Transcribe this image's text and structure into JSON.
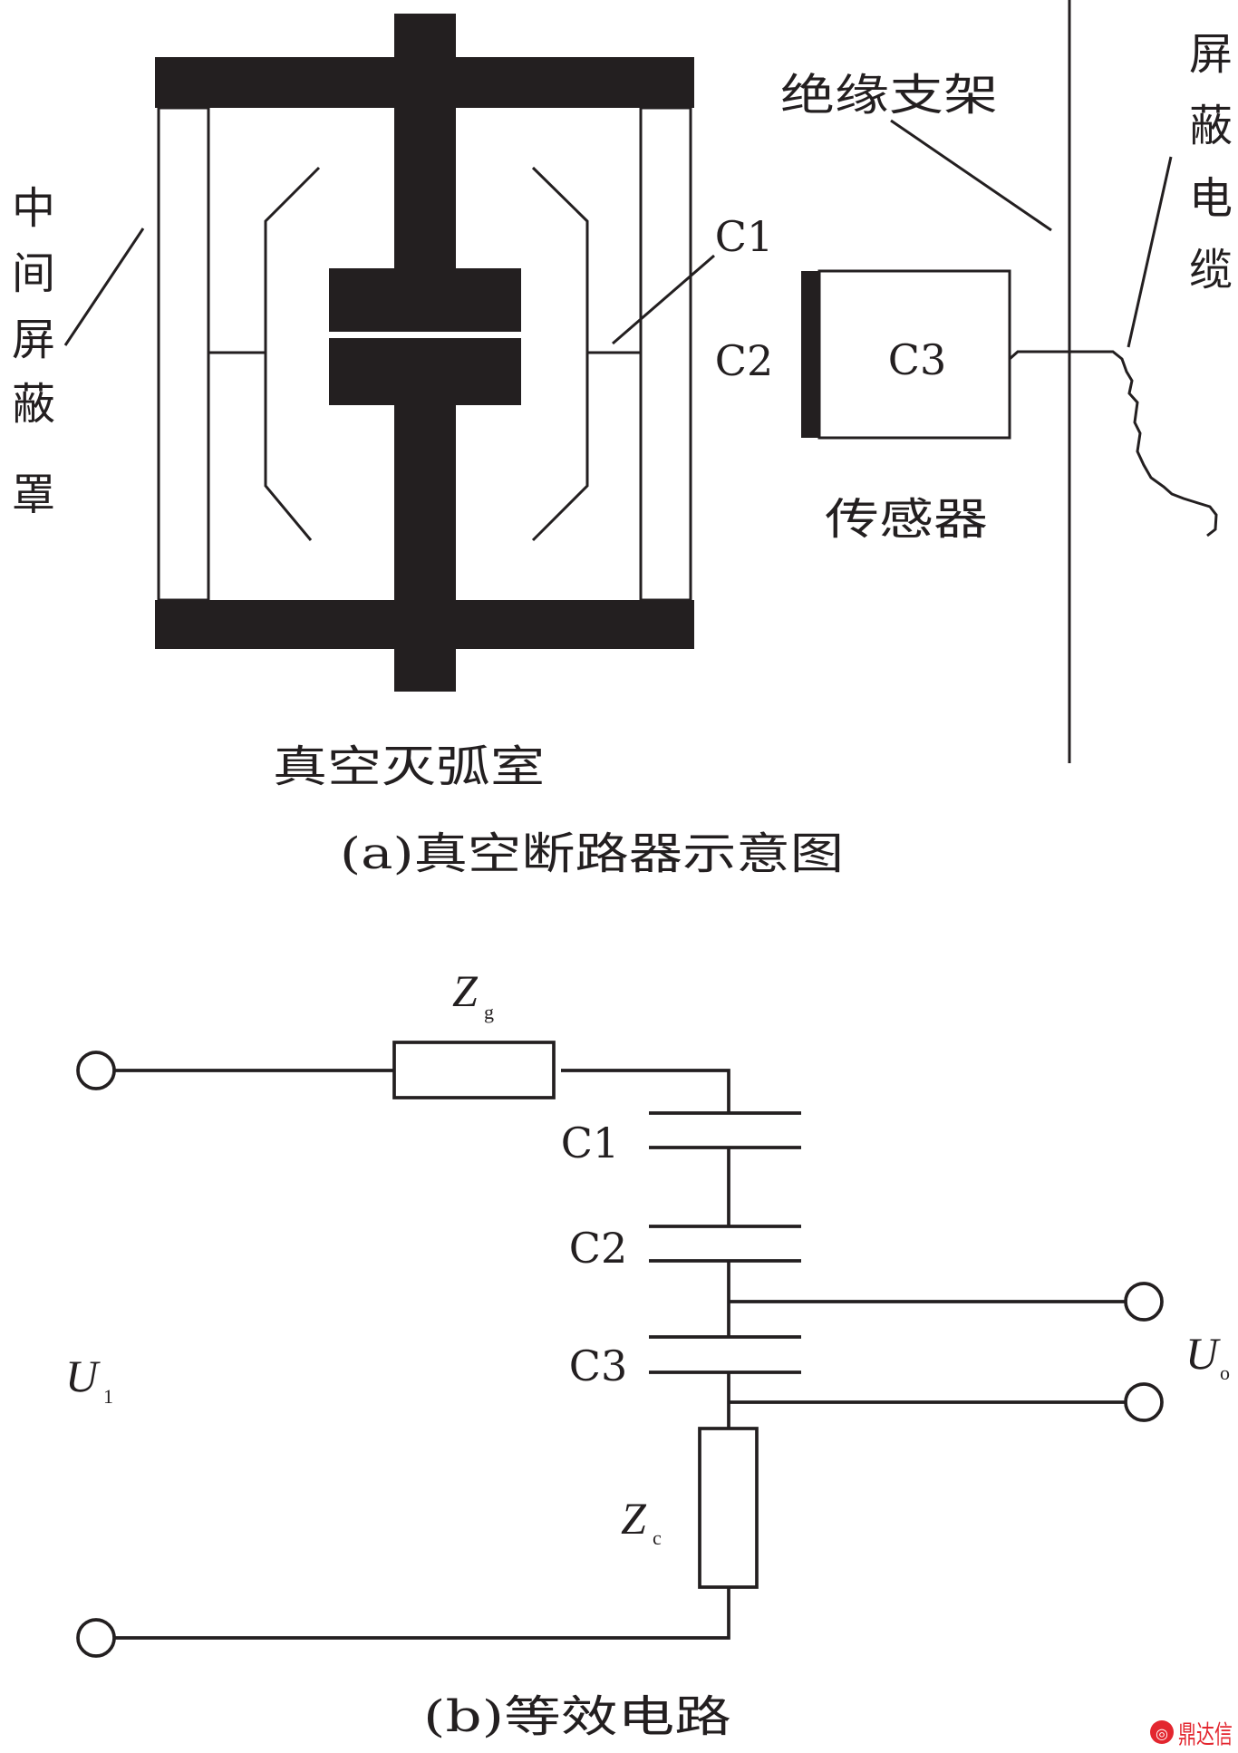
{
  "figure_a": {
    "labels": {
      "middle_shield": [
        "中",
        "间",
        "屏",
        "蔽",
        "罩"
      ],
      "insulating_support": "绝缘支架",
      "shielded_cable": [
        "屏",
        "蔽",
        "电",
        "缆"
      ],
      "c1": "C1",
      "c2": "C2",
      "c3": "C3",
      "sensor": "传感器",
      "interrupter": "真空灭弧室"
    },
    "caption": "(a)真空断路器示意图"
  },
  "figure_b": {
    "z_g": {
      "symbol": "Z",
      "sub": "g"
    },
    "z_c": {
      "symbol": "Z",
      "sub": "c"
    },
    "u_1": {
      "symbol": "U",
      "sub": "1"
    },
    "u_o": {
      "symbol": "U",
      "sub": "o"
    },
    "c1": "C1",
    "c2": "C2",
    "c3": "C3",
    "caption": "(b)等效电路"
  },
  "watermark": {
    "text": "鼎达信",
    "color": "#e3262f"
  }
}
